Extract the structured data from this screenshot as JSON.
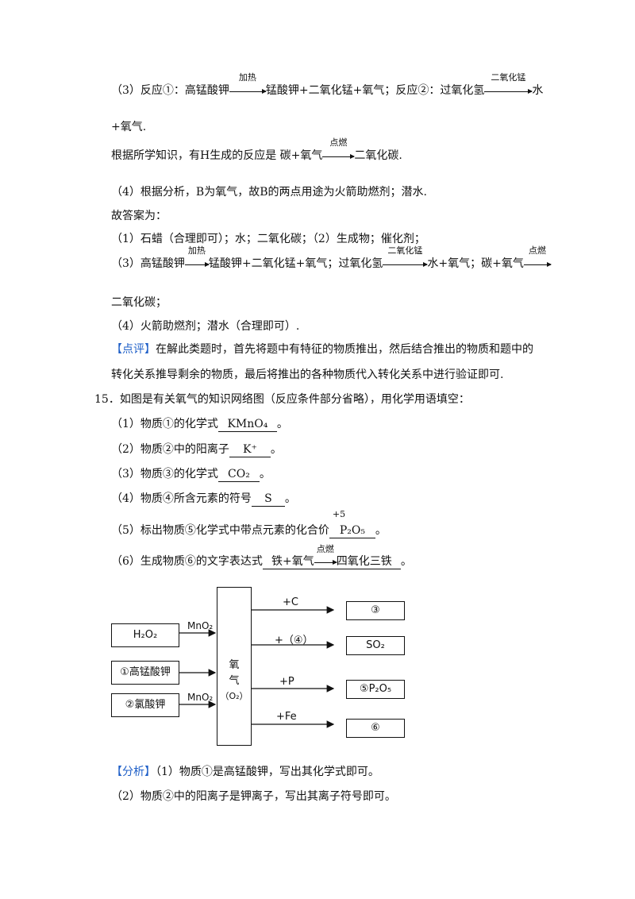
{
  "q14": {
    "l1_a": "（3）反应①：高锰酸钾",
    "l1_cond1": "加热",
    "l1_b": "锰酸钾+二氧化锰+氧气；反应②：过氧化氢",
    "l1_cond2": "二氧化锰",
    "l1_c": "水",
    "l2": "+氧气.",
    "l3_a": "根据所学知识，有H生成的反应是 碳+氧气",
    "l3_cond": "点燃",
    "l3_b": "二氧化碳.",
    "l4": "（4）根据分析，B为氧气，故B的两点用途为火箭助燃剂；潜水.",
    "l5": "故答案为：",
    "l6": "（1）石蜡（合理即可）；水；二氧化碳；（2）生成物；催化剂；",
    "l7_a": "（3）高锰酸钾",
    "l7_cond1": "加热",
    "l7_b": "锰酸钾+二氧化锰+氧气；过氧化氢",
    "l7_cond2": "二氧化锰",
    "l7_c": "水+氧气；碳+氧气",
    "l7_cond3": "点燃",
    "l8": "二氧化碳；",
    "l9": "（4）火箭助燃剂；潜水（合理即可）.",
    "comment_tag": "【点评】",
    "comment_a": "在解此类题时，首先将题中有特征的物质推出，然后结合推出的物质和题中的",
    "comment_b": "转化关系推导剩余的物质，最后将推出的各种物质代入转化关系中进行验证即可."
  },
  "q15": {
    "stem": "15．如图是有关氧气的知识网络图（反应条件部分省略），用化学用语填空：",
    "p1_a": "（1）物质①的化学式",
    "p1_ans": "KMnO₄",
    "p1_end": "。",
    "p2_a": "（2）物质②中的阳离子",
    "p2_ans": "K⁺",
    "p2_end": "。",
    "p3_a": "（3）物质③的化学式",
    "p3_ans": "CO₂",
    "p3_end": "。",
    "p4_a": "（4）物质④所含元素的符号",
    "p4_ans": "S",
    "p4_end": "。",
    "p5_a": "（5）标出物质⑤化学式中带点元素的化合价",
    "p5_val": "+5",
    "p5_ans": "P₂O₅",
    "p5_end": "。",
    "p6_a": "（6）生成物质⑥的文字表达式",
    "p6_ans_a": "铁+氧气",
    "p6_cond": "点燃",
    "p6_ans_b": "四氧化三铁",
    "p6_end": "。"
  },
  "diagram": {
    "left_boxes": [
      "H₂O₂",
      "①高锰酸钾",
      "②氯酸钾"
    ],
    "catalyst_top": "MnO₂",
    "catalyst_bottom": "MnO₂",
    "center_label": [
      "氧",
      "气",
      "（O₂）"
    ],
    "branches": [
      {
        "reagent": "+C",
        "product": "③"
      },
      {
        "reagent": "+（④）",
        "product": "SO₂"
      },
      {
        "reagent": "+P",
        "product": "⑤P₂O₅"
      },
      {
        "reagent": "+Fe",
        "product": "⑥"
      }
    ]
  },
  "analysis": {
    "tag": "【分析】",
    "a1": "（1）物质①是高锰酸钾，写出其化学式即可。",
    "a2": "（2）物质②中的阳离子是钾离子，写出其离子符号即可。"
  }
}
